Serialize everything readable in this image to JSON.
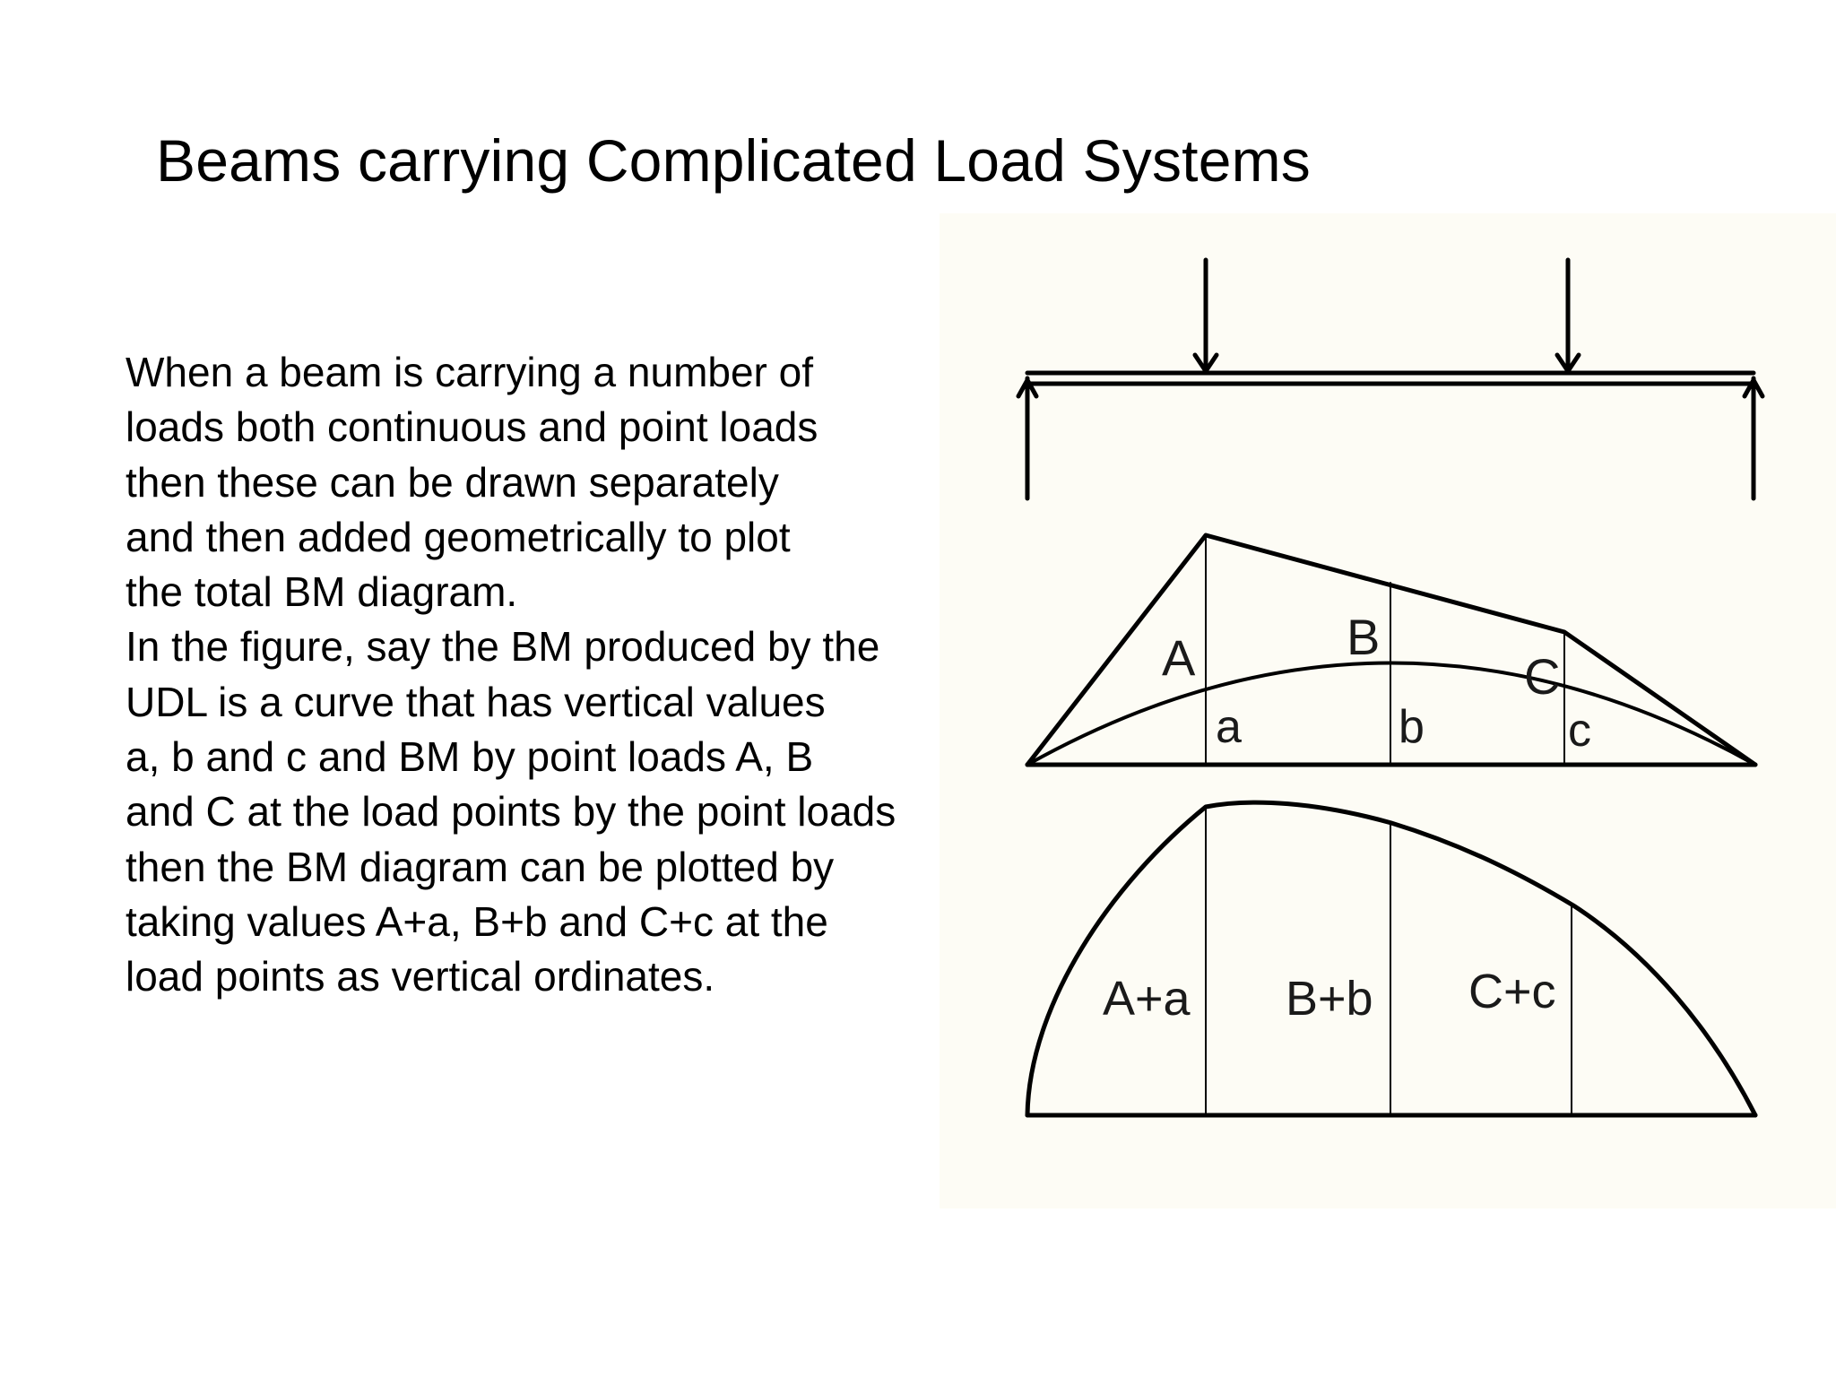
{
  "title": "Beams carrying Complicated Load Systems",
  "body_lines": [
    "When a beam is carrying a number of",
    "loads both continuous and point loads",
    "then these can be drawn separately",
    "and then added geometrically to plot",
    "the total BM diagram.",
    "In the figure, say the BM produced by the",
    "UDL is a curve that has vertical values",
    "a, b and c and BM by point loads A, B",
    "and C at the load points by the point loads",
    "then the BM diagram can be plotted by",
    "taking values A+a, B+b and C+c at the",
    "load points as vertical ordinates."
  ],
  "figure": {
    "point_load_labels": {
      "A": "A",
      "B": "B",
      "C": "C"
    },
    "udl_labels": {
      "a": "a",
      "b": "b",
      "c": "c"
    },
    "combined_labels": {
      "A_plus_a": "A+a",
      "B_plus_b": "B+b",
      "C_plus_c": "C+c"
    },
    "colors": {
      "panel_background": "#fdfcf5",
      "stroke": "#000000"
    }
  }
}
